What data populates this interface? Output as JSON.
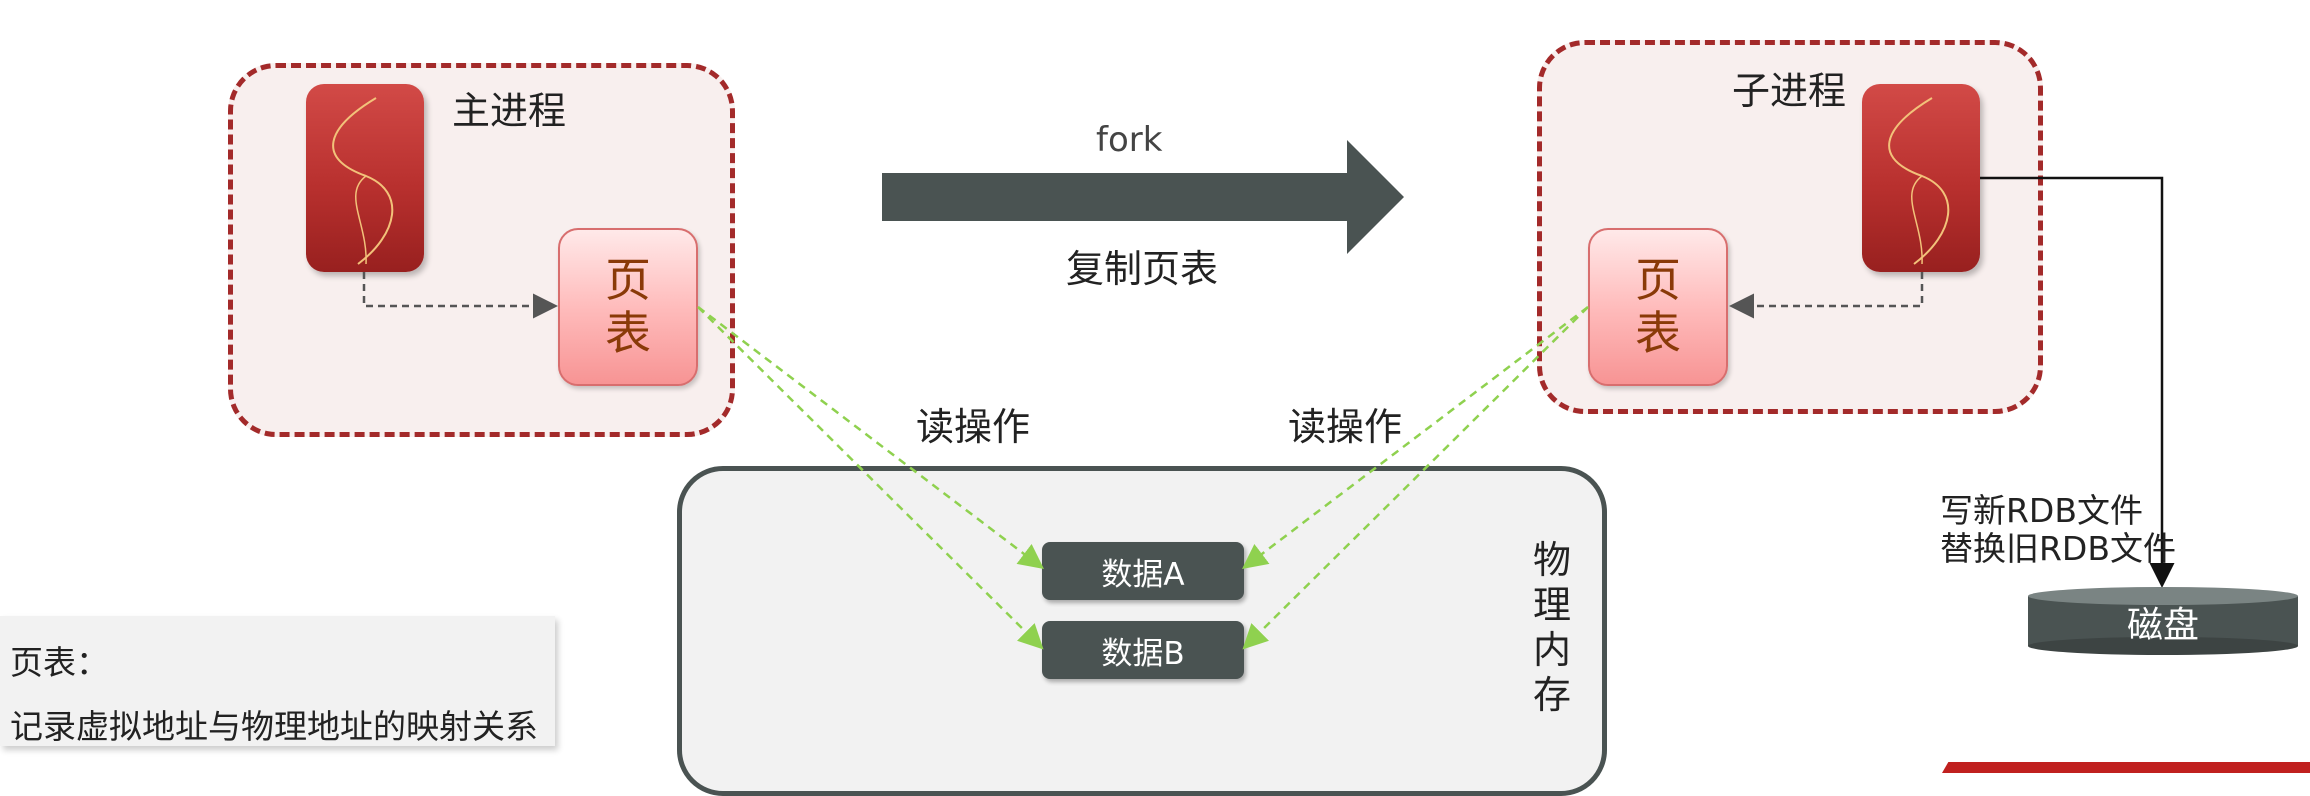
{
  "main_process": {
    "title": "主进程",
    "page_table": [
      "页",
      "表"
    ]
  },
  "child_process": {
    "title": "子进程",
    "page_table": [
      "页",
      "表"
    ]
  },
  "fork_arrow": {
    "top_label": "fork",
    "bottom_label": "复制页表"
  },
  "read_ops": {
    "left": "读操作",
    "right": "读操作"
  },
  "memory": {
    "label_chars": [
      "物",
      "理",
      "内",
      "存"
    ],
    "block_a": "数据A",
    "block_b": "数据B"
  },
  "disk": {
    "label": "磁盘",
    "write_lines": [
      "写新RDB文件",
      "替换旧RDB文件"
    ]
  },
  "note": {
    "title": "页表：",
    "body": "记录虚拟地址与物理地址的映射关系"
  },
  "colors": {
    "process_border": "#a32a2a",
    "arrow_fill": "#4a5352",
    "read_line": "#8fd14f",
    "page_table_text": "#8a3a08"
  }
}
